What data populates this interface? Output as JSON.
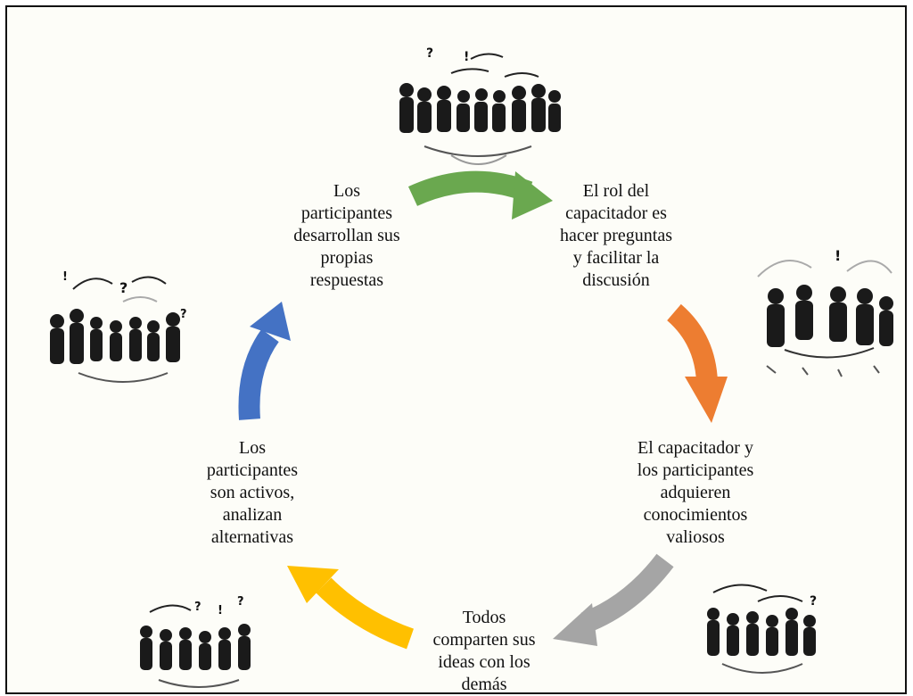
{
  "steps": [
    {
      "lines": [
        "Los",
        "participantes",
        "desarrollan sus",
        "propias",
        "respuestas"
      ]
    },
    {
      "lines": [
        "El rol del",
        "capacitador es",
        "hacer preguntas",
        "y facilitar la",
        "discusión"
      ]
    },
    {
      "lines": [
        "El capacitador y",
        "los participantes",
        "adquieren",
        "conocimientos",
        "valiosos"
      ]
    },
    {
      "lines": [
        "Todos",
        "comparten sus",
        "ideas con los",
        "demás"
      ]
    },
    {
      "lines": [
        "Los",
        "participantes",
        "son activos,",
        "analizan",
        "alternativas"
      ]
    }
  ],
  "arrow_colors": {
    "green": "#6aa84f",
    "orange": "#ed7d31",
    "gray": "#a5a5a5",
    "yellow": "#ffc000",
    "blue": "#4472c4"
  },
  "illustration_marks": [
    "?",
    "!"
  ]
}
